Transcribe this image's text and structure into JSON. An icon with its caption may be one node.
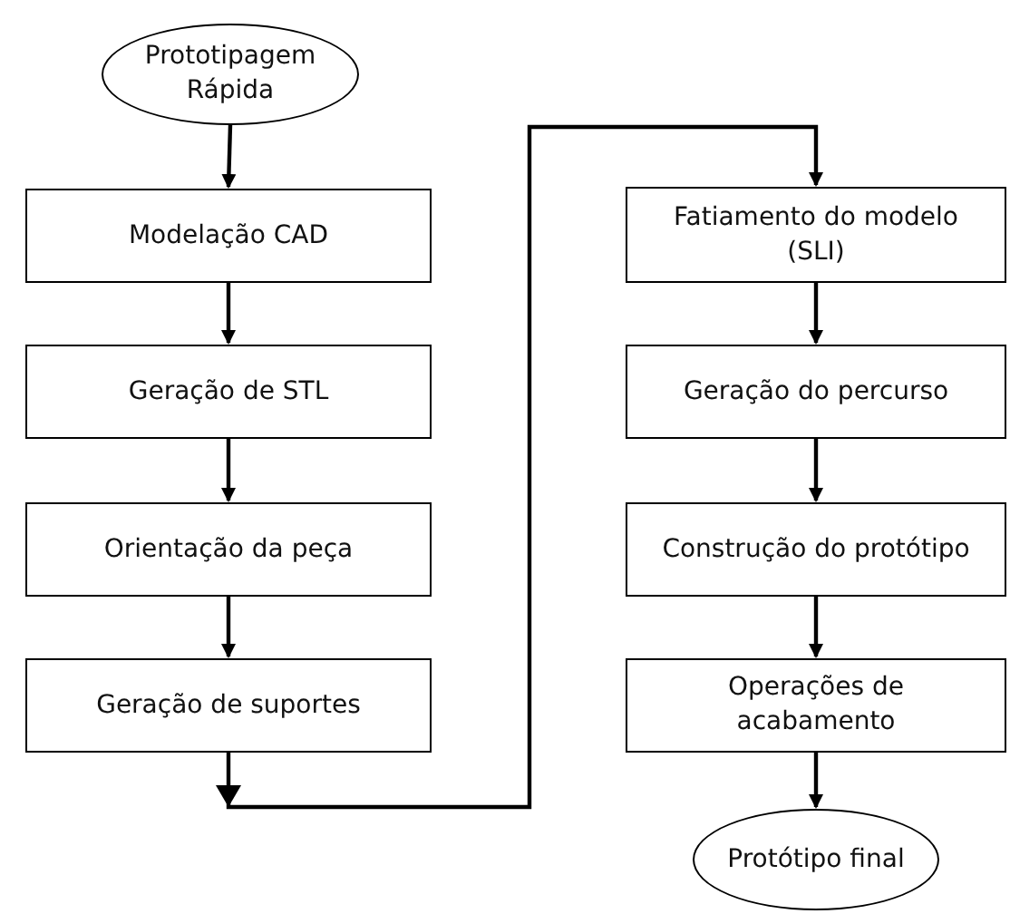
{
  "diagram": {
    "nodes": [
      {
        "text": [
          "Prototipagem Rápida"
        ]
      },
      {
        "text": [
          "Modelação CAD"
        ]
      },
      {
        "text": [
          "Geração de STL"
        ]
      },
      {
        "text": [
          "Orientação da peça"
        ]
      },
      {
        "text": [
          "Geração de suportes"
        ]
      },
      {
        "text": [
          "Fatiamento do modelo (SLI)"
        ]
      },
      {
        "text": [
          "Geração do percurso"
        ]
      },
      {
        "text": [
          "Construção do protótipo"
        ]
      },
      {
        "text": [
          "Operações de acabamento"
        ]
      },
      {
        "text": [
          "Protótipo final"
        ]
      }
    ],
    "edges": [
      {
        "from": 0,
        "to": 1,
        "arrow": "to"
      },
      {
        "from": 1,
        "to": 2,
        "arrow": "to"
      },
      {
        "from": 2,
        "to": 3,
        "arrow": "to"
      },
      {
        "from": 3,
        "to": 4,
        "arrow": "to"
      },
      {
        "from": 4,
        "to": 5,
        "arrow": "to"
      },
      {
        "from": 5,
        "to": 6,
        "arrow": "to"
      },
      {
        "from": 6,
        "to": 7,
        "arrow": "to"
      },
      {
        "from": 7,
        "to": 8,
        "arrow": "to"
      },
      {
        "from": 8,
        "to": 9,
        "arrow": "to"
      }
    ]
  }
}
